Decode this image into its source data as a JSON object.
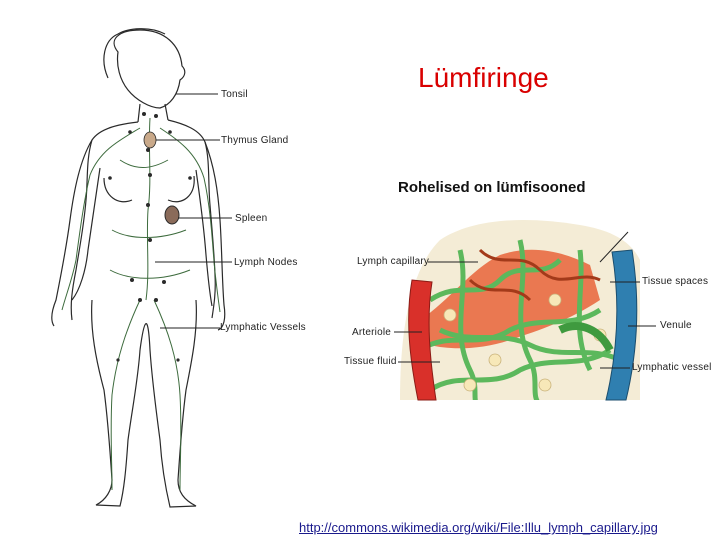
{
  "title": "Lümfiringe",
  "subtitle": "Rohelised on lümfisooned",
  "body_labels": {
    "tonsil": "Tonsil",
    "thymus": "Thymus Gland",
    "spleen": "Spleen",
    "lymph_nodes": "Lymph Nodes",
    "lymphatic_vessels": "Lymphatic Vessels"
  },
  "capillary_labels": {
    "lymph_capillary": "Lymph capillary",
    "tissue_spaces": "Tissue spaces",
    "arteriole": "Arteriole",
    "venule": "Venule",
    "tissue_fluid": "Tissue fluid",
    "lymphatic_vessel": "Lymphatic vessel"
  },
  "source_link": "http://commons.wikimedia.org/wiki/File:Illu_lymph_capillary.jpg",
  "colors": {
    "title": "#d90000",
    "lymph": "#5cb85c",
    "blood_artery": "#d9302a",
    "blood_vein": "#2f7fb0"
  }
}
